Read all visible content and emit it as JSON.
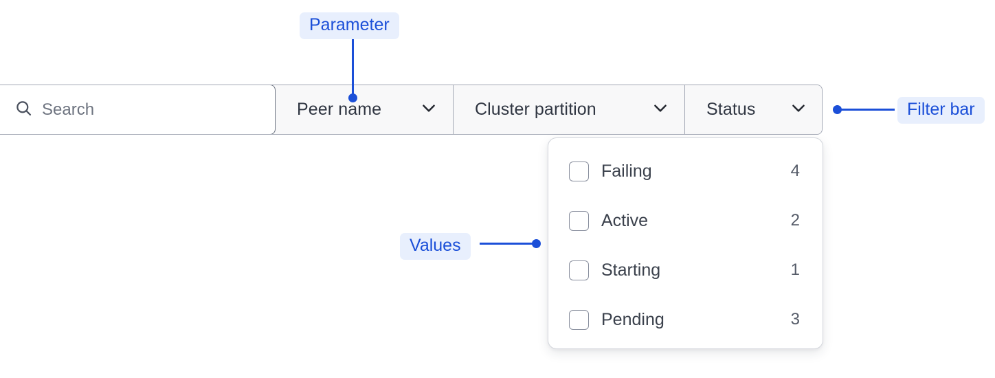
{
  "colors": {
    "annotation_blue": "#1b4fd8",
    "annotation_bg": "#e8effd",
    "bar_border": "#a2a7b4",
    "text_dark": "#303642",
    "placeholder": "#6e7480"
  },
  "filter_bar": {
    "search": {
      "icon": "search-icon",
      "value": "",
      "placeholder": "Search"
    },
    "dropdowns": [
      {
        "label": "Peer name",
        "icon": "chevron-down-icon",
        "expanded": false
      },
      {
        "label": "Cluster partition",
        "icon": "chevron-down-icon",
        "expanded": false
      },
      {
        "label": "Status",
        "icon": "chevron-down-icon",
        "expanded": true
      }
    ]
  },
  "dropdown_panel": {
    "open_for": "Status",
    "options": [
      {
        "label": "Failing",
        "count": "4",
        "checked": false
      },
      {
        "label": "Active",
        "count": "2",
        "checked": false
      },
      {
        "label": "Starting",
        "count": "1",
        "checked": false
      },
      {
        "label": "Pending",
        "count": "3",
        "checked": false
      }
    ]
  },
  "annotations": [
    {
      "id": "parameter",
      "label": "Parameter"
    },
    {
      "id": "values",
      "label": "Values"
    },
    {
      "id": "filter-bar",
      "label": "Filter bar"
    }
  ]
}
